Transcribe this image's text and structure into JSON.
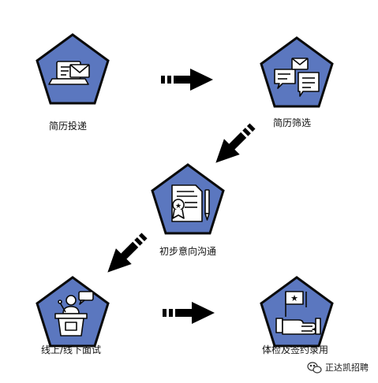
{
  "colors": {
    "pentagon_fill": "#5b77bf",
    "pentagon_stroke": "#0a0a0a",
    "arrow": "#000000",
    "icon_fill": "#ffffff",
    "icon_stroke": "#0a0a0a"
  },
  "steps": [
    {
      "label": "简历投递",
      "icon": "laptop-mail-icon"
    },
    {
      "label": "简历筛选",
      "icon": "chat-bubbles-icon"
    },
    {
      "label": "初步意向沟通",
      "icon": "certificate-pen-icon"
    },
    {
      "label": "线上/线下面试",
      "icon": "speaker-podium-icon"
    },
    {
      "label": "体检及签约录用",
      "icon": "flag-handshake-icon"
    }
  ],
  "connectors": [
    {
      "from": 0,
      "to": 1,
      "direction": "right"
    },
    {
      "from": 1,
      "to": 2,
      "direction": "down-left"
    },
    {
      "from": 2,
      "to": 3,
      "direction": "down-left"
    },
    {
      "from": 3,
      "to": 4,
      "direction": "right"
    }
  ],
  "watermark": {
    "text": "正达凯招聘",
    "icon": "wechat-logo-icon"
  }
}
